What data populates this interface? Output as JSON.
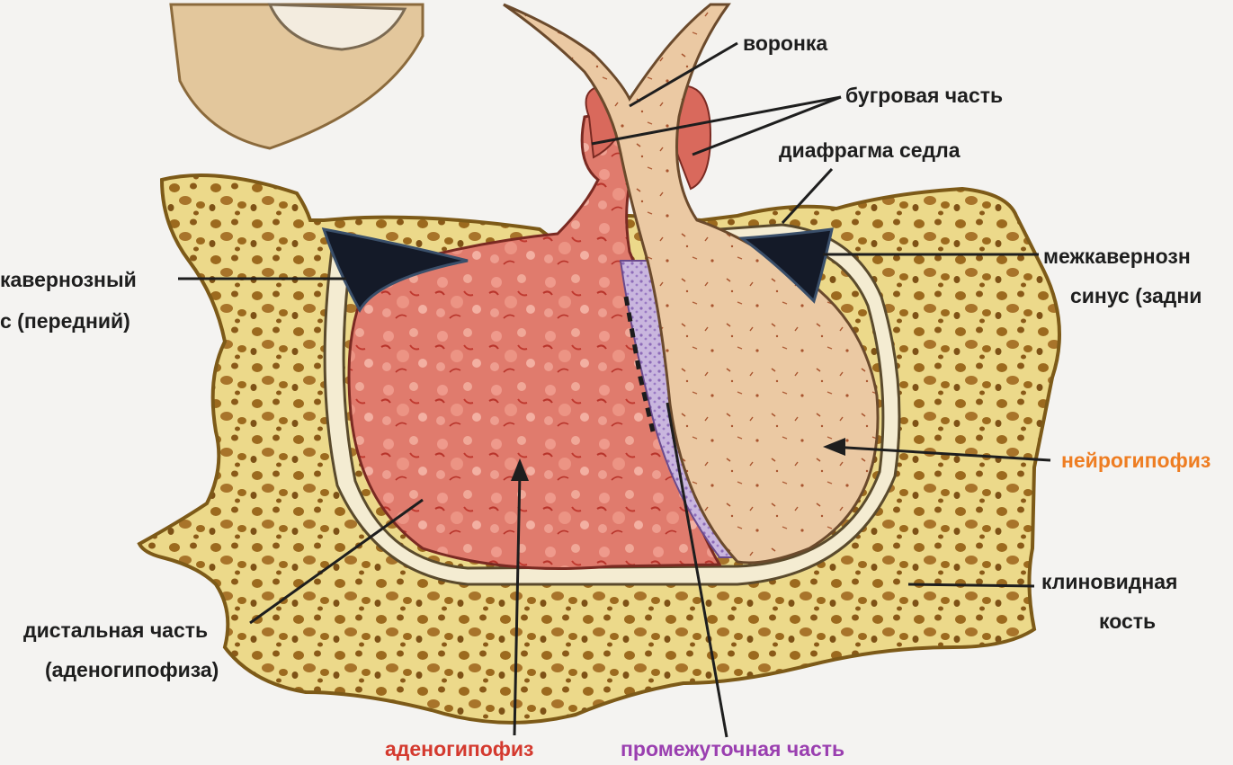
{
  "colors": {
    "background": "#f4f3f1",
    "bone": "#ecd98a",
    "bone_pore": "#9c6a1e",
    "adenohypophysis": "#e07b6d",
    "neurohypophysis": "#ebc9a3",
    "intermediate": "#b59ad3",
    "sinus": "#141a28",
    "label_dark": "#1e1e1e",
    "label_red": "#d43a2f",
    "label_orange": "#ee7d22",
    "label_purple": "#9a3fb0"
  },
  "labels": {
    "voronka": "воронка",
    "bugrovaya": "бугровая часть",
    "diafragma": "диафрагма седла",
    "mezh_left_1": "кавернозный",
    "mezh_left_2": "с (передний)",
    "mezh_right_1": "межкавернозн",
    "mezh_right_2": "синус (задни",
    "neyro": "нейрогипофиз",
    "klin_1": "клиновидная",
    "klin_2": "кость",
    "distal_1": "дистальная часть",
    "distal_2": "(аденогипофиза)",
    "adeno": "аденогипофиз",
    "promezh": "промежуточная часть"
  }
}
